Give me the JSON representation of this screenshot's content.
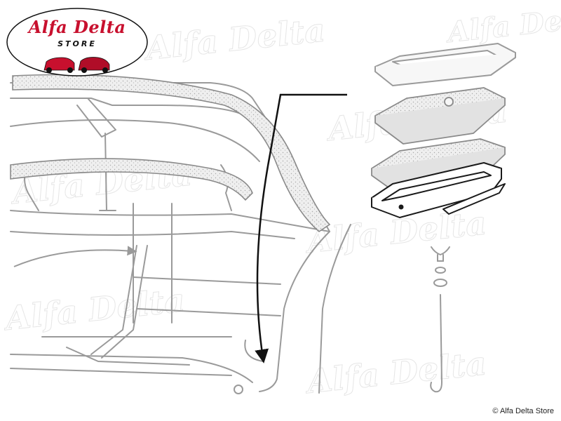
{
  "logo": {
    "title": "Alfa Delta",
    "subtitle": "STORE",
    "brand_color": "#c8102e"
  },
  "watermark": {
    "text": "Alfa Delta"
  },
  "copyright": "© Alfa Delta Store",
  "colors": {
    "line_art": "#9a9a9a",
    "arrow": "#111111",
    "highlight_part": "#1a1a1a"
  }
}
